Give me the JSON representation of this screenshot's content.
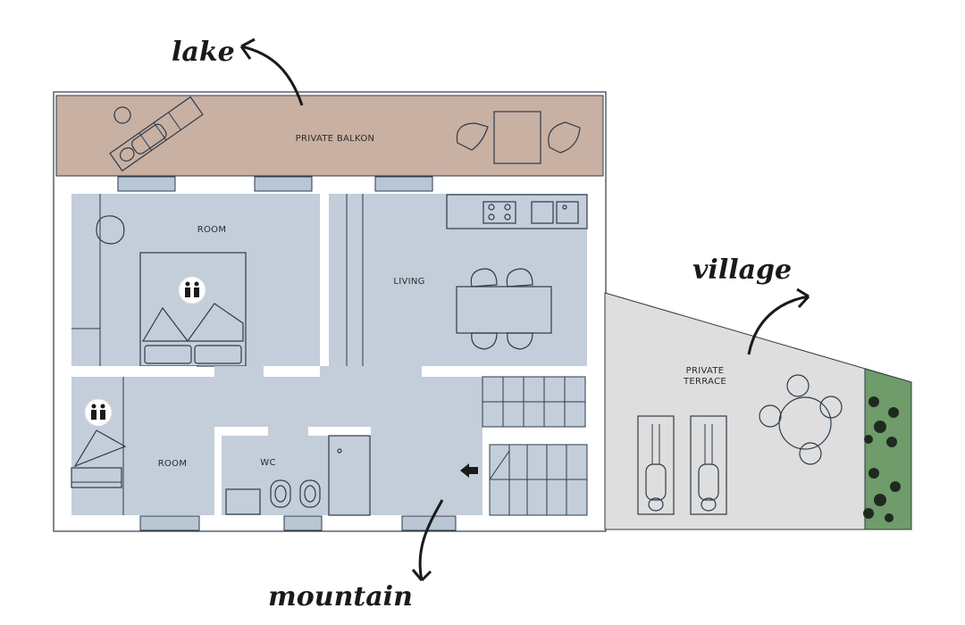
{
  "directions": {
    "lake": "lake",
    "village": "village",
    "mountain": "mountain"
  },
  "rooms": {
    "balcony": "PRIVATE BALKON",
    "room_top": "ROOM",
    "living": "LIVING",
    "room_bottom": "ROOM",
    "wc": "WC",
    "terrace_line1": "PRIVATE",
    "terrace_line2": "TERRACE"
  },
  "colors": {
    "room_fill": "#c3ceda",
    "balcony_fill": "#c8b0a3",
    "terrace_fill": "#dedede",
    "garden_fill": "#6f9c6a",
    "wall": "#ffffff",
    "outline": "#2d3b4a"
  },
  "icons": [
    "two-persons-icon",
    "two-persons-icon",
    "entrance-arrow-icon"
  ]
}
